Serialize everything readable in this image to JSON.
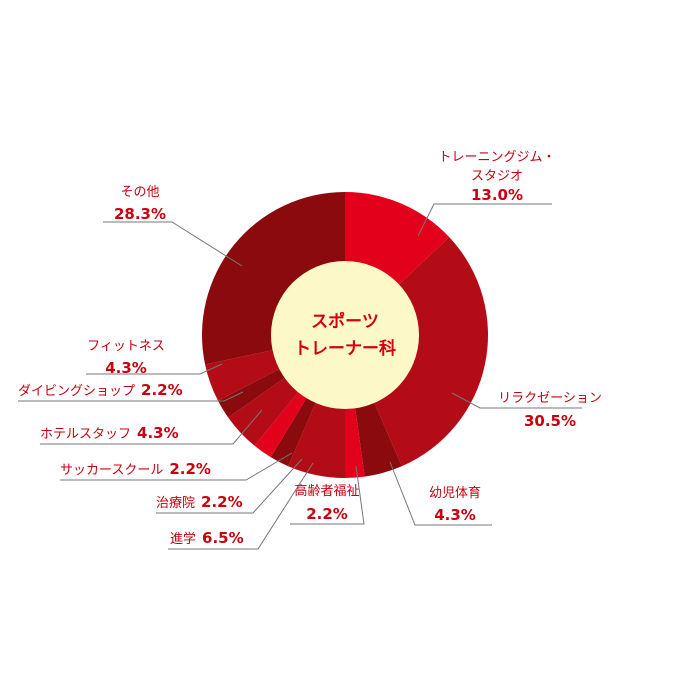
{
  "chart_data": {
    "type": "pie",
    "center_label": [
      "スポーツ",
      "トレーナー科"
    ],
    "center_color": "#fdf8c8",
    "slices": [
      {
        "label": [
          "トレーニングジム・",
          "スタジオ"
        ],
        "value": 13.0,
        "pct_text": "13.0%",
        "color": "#e2001a"
      },
      {
        "label": [
          "リラクゼーション"
        ],
        "value": 30.5,
        "pct_text": "30.5%",
        "color": "#b30c16"
      },
      {
        "label": [
          "幼児体育"
        ],
        "value": 4.3,
        "pct_text": "4.3%",
        "color": "#8a0a0e"
      },
      {
        "label": [
          "高齢者福祉"
        ],
        "value": 2.2,
        "pct_text": "2.2%",
        "color": "#e2001a"
      },
      {
        "label": [
          "進学"
        ],
        "value": 6.5,
        "pct_text": "6.5%",
        "color": "#b30c16"
      },
      {
        "label": [
          "治療院"
        ],
        "value": 2.2,
        "pct_text": "2.2%",
        "color": "#8a0a0e"
      },
      {
        "label": [
          "サッカースクール"
        ],
        "value": 2.2,
        "pct_text": "2.2%",
        "color": "#e2001a"
      },
      {
        "label": [
          "ホテルスタッフ"
        ],
        "value": 4.3,
        "pct_text": "4.3%",
        "color": "#b30c16"
      },
      {
        "label": [
          "ダイビングショップ"
        ],
        "value": 2.2,
        "pct_text": "2.2%",
        "color": "#8a0a0e"
      },
      {
        "label": [
          "フィットネス"
        ],
        "value": 4.3,
        "pct_text": "4.3%",
        "color": "#b30c16"
      },
      {
        "label": [
          "その他"
        ],
        "value": 28.3,
        "pct_text": "28.3%",
        "color": "#8a0a0e"
      }
    ]
  }
}
